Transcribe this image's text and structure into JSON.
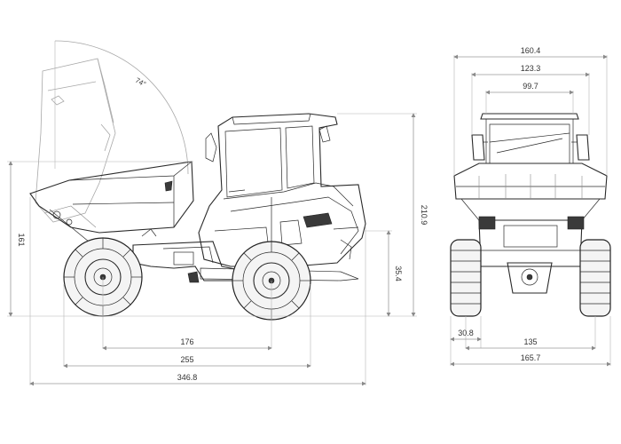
{
  "side_view": {
    "dims": {
      "wheelbase": "176",
      "track_length": "255",
      "overall_length": "346.8",
      "height_dumped": "161",
      "overall_height": "210.9",
      "ground_clearance": "35.4",
      "tip_angle": "74°"
    }
  },
  "front_view": {
    "dims": {
      "overall_width": "160.4",
      "mid_width": "123.3",
      "inner_width": "99.7",
      "tire_width": "30.8",
      "track_width": "135",
      "wheel_width": "165.7"
    }
  }
}
